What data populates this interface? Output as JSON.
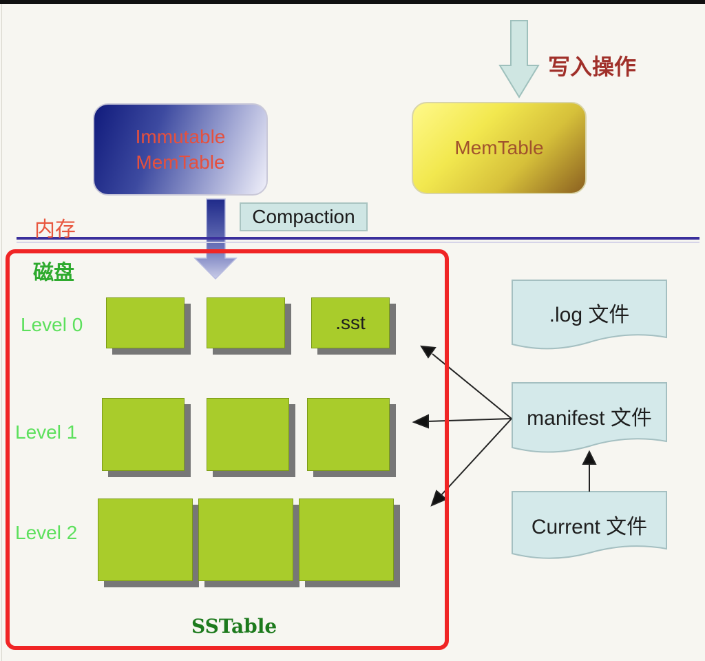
{
  "labels": {
    "write_op": "写入操作",
    "memory": "内存",
    "disk": "磁盘",
    "compaction": "Compaction",
    "sstable": "SSTable"
  },
  "boxes": {
    "immutable_line1": "Immutable",
    "immutable_line2": "MemTable",
    "memtable": "MemTable"
  },
  "levels": {
    "level0": "Level 0",
    "level1": "Level 1",
    "level2": "Level 2",
    "sst_label": ".sst"
  },
  "files": {
    "log": ".log 文件",
    "manifest": "manifest 文件",
    "current": "Current 文件"
  },
  "colors": {
    "sst_fill": "#a9cc2b",
    "level_label": "#5ce05c",
    "memory_label": "#e8573f",
    "disk_label": "#2eaa2e",
    "divider": "#3a2f9c",
    "highlight_frame": "#f02525",
    "file_fill": "#d4e9ea"
  }
}
